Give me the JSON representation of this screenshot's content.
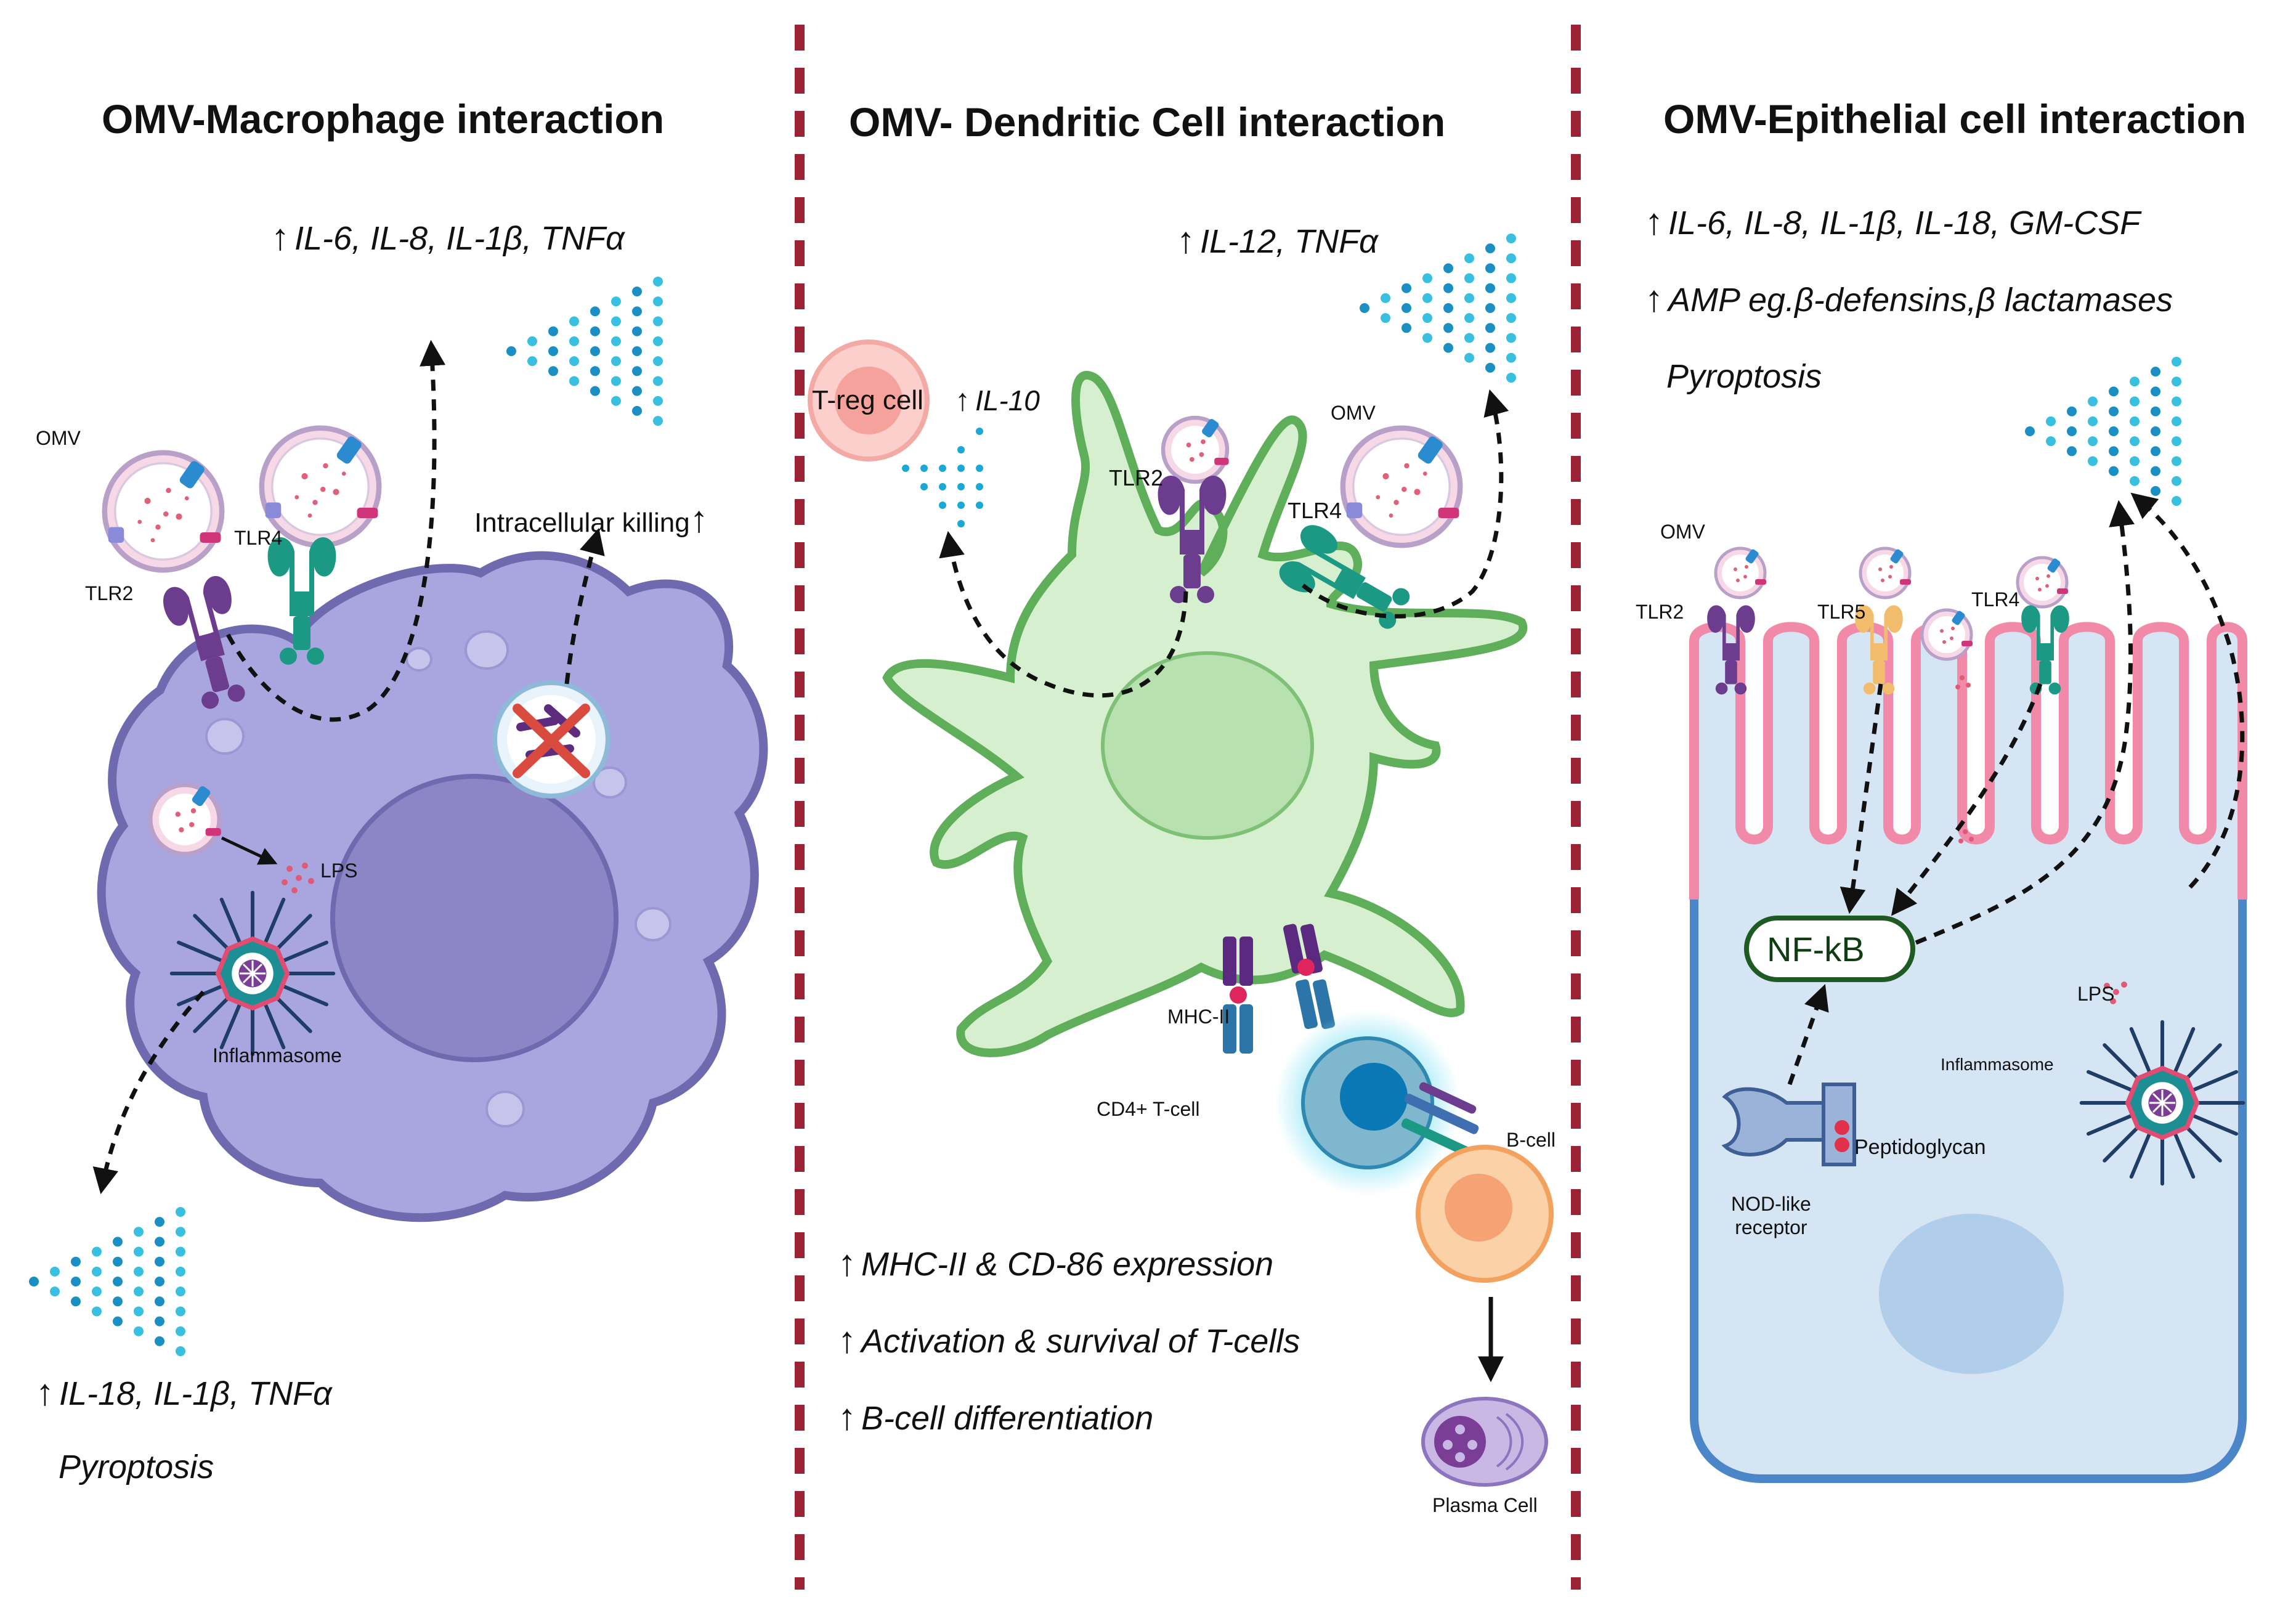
{
  "panels": [
    {
      "title": "OMV-Macrophage interaction",
      "cytokines_top": "IL-6, IL-8, IL-1β, TNFα",
      "intracellular_killing": "Intracellular killing",
      "omv_label": "OMV",
      "tlr2_label": "TLR2",
      "tlr4_label": "TLR4",
      "lps_label": "LPS",
      "inflammasome_label": "Inflammasome",
      "cytokines_bottom": "IL-18, IL-1β, TNFα",
      "outcome": "Pyroptosis"
    },
    {
      "title": "OMV- Dendritic Cell interaction",
      "cytokines_top": "IL-12, TNFα",
      "treg_label": "T-reg cell",
      "il10_label": "IL-10",
      "tlr2_label": "TLR2",
      "tlr4_label": "TLR4",
      "omv_label": "OMV",
      "mhc_label": "MHC-II",
      "cd4_label": "CD4+ T-cell",
      "bcell_label": "B-cell",
      "plasma_label": "Plasma Cell",
      "effects": [
        "MHC-II & CD-86 expression",
        "Activation & survival of T-cells",
        "B-cell differentiation"
      ]
    },
    {
      "title": "OMV-Epithelial cell interaction",
      "cytokines_top": "IL-6, IL-8, IL-1β, IL-18, GM-CSF",
      "amp_line": "AMP eg.β-defensins,β lactamases",
      "outcome": "Pyroptosis",
      "omv_label": "OMV",
      "tlr2_label": "TLR2",
      "tlr5_label": "TLR5",
      "tlr4_label": "TLR4",
      "nfkb_label": "NF-kB",
      "lps_label": "LPS",
      "inflammasome_label": "Inflammasome",
      "peptidoglycan_label": "Peptidoglycan",
      "nod_label": "NOD-like\nreceptor"
    }
  ],
  "up_arrow": "↑",
  "colors": {
    "divider": "#9b2335",
    "macrophage": "#a9a6df",
    "macrophage_border": "#6f69b0",
    "nucleus_mac": "#8c86c7",
    "dendritic": "#d6f0cf",
    "dendritic_border": "#5fae59",
    "epithelial": "#d5e5f4",
    "epithelial_border": "#4a86c8",
    "brush_border": "#f08aa8",
    "cytokine_blue": "#1a8fc4",
    "tlr2": "#6c3d8f",
    "tlr4": "#1b9985",
    "tlr5": "#f1bd6c"
  }
}
